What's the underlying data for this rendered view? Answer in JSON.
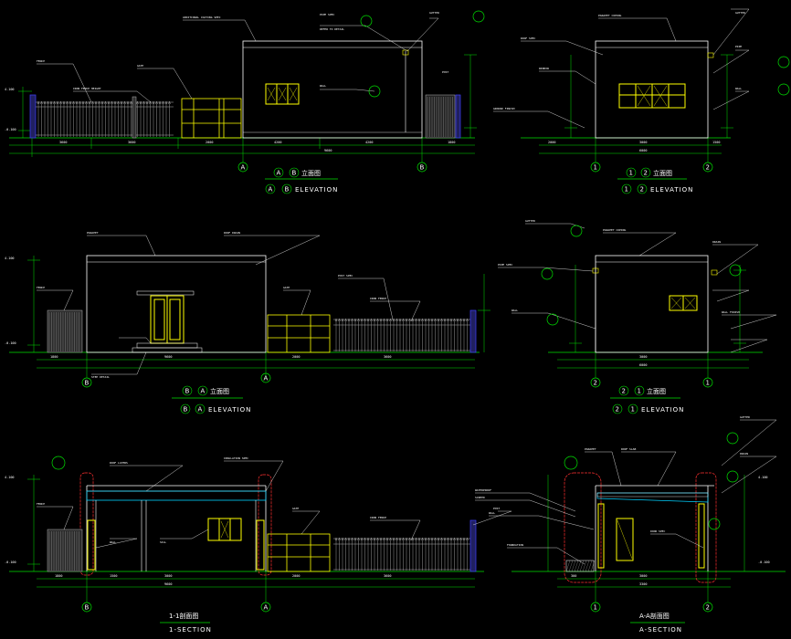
{
  "drawing": {
    "background": "#000000",
    "colors": {
      "wall": "#ffffff",
      "grid": "#00e000",
      "window": "#ffff00",
      "fence": "#b0b0b0",
      "column_line": "#ff3030",
      "post": "#4040ff",
      "leader": "#ffffff"
    }
  },
  "views": [
    {
      "id": "v1",
      "title_cn": "立面图",
      "title_en": "ELEVATION",
      "axis_from": "A",
      "axis_to": "B",
      "bottom_axes": [
        "A",
        "B"
      ]
    },
    {
      "id": "v2",
      "title_cn": "立面图",
      "title_en": "ELEVATION",
      "axis_from": "1",
      "axis_to": "2",
      "bottom_axes": [
        "1",
        "2"
      ]
    },
    {
      "id": "v3",
      "title_cn": "立面图",
      "title_en": "ELEVATION",
      "axis_from": "B",
      "axis_to": "A",
      "bottom_axes": [
        "B",
        "A"
      ]
    },
    {
      "id": "v4",
      "title_cn": "立面图",
      "title_en": "ELEVATION",
      "axis_from": "2",
      "axis_to": "1",
      "bottom_axes": [
        "2",
        "1"
      ]
    },
    {
      "id": "v5",
      "title_cn": "1-1剖面图",
      "title_en": "1-SECTION",
      "bottom_axes": [
        "B",
        "A"
      ]
    },
    {
      "id": "v6",
      "title_cn": "A-A剖面图",
      "title_en": "A-SECTION",
      "bottom_axes": [
        "1",
        "2"
      ]
    }
  ]
}
